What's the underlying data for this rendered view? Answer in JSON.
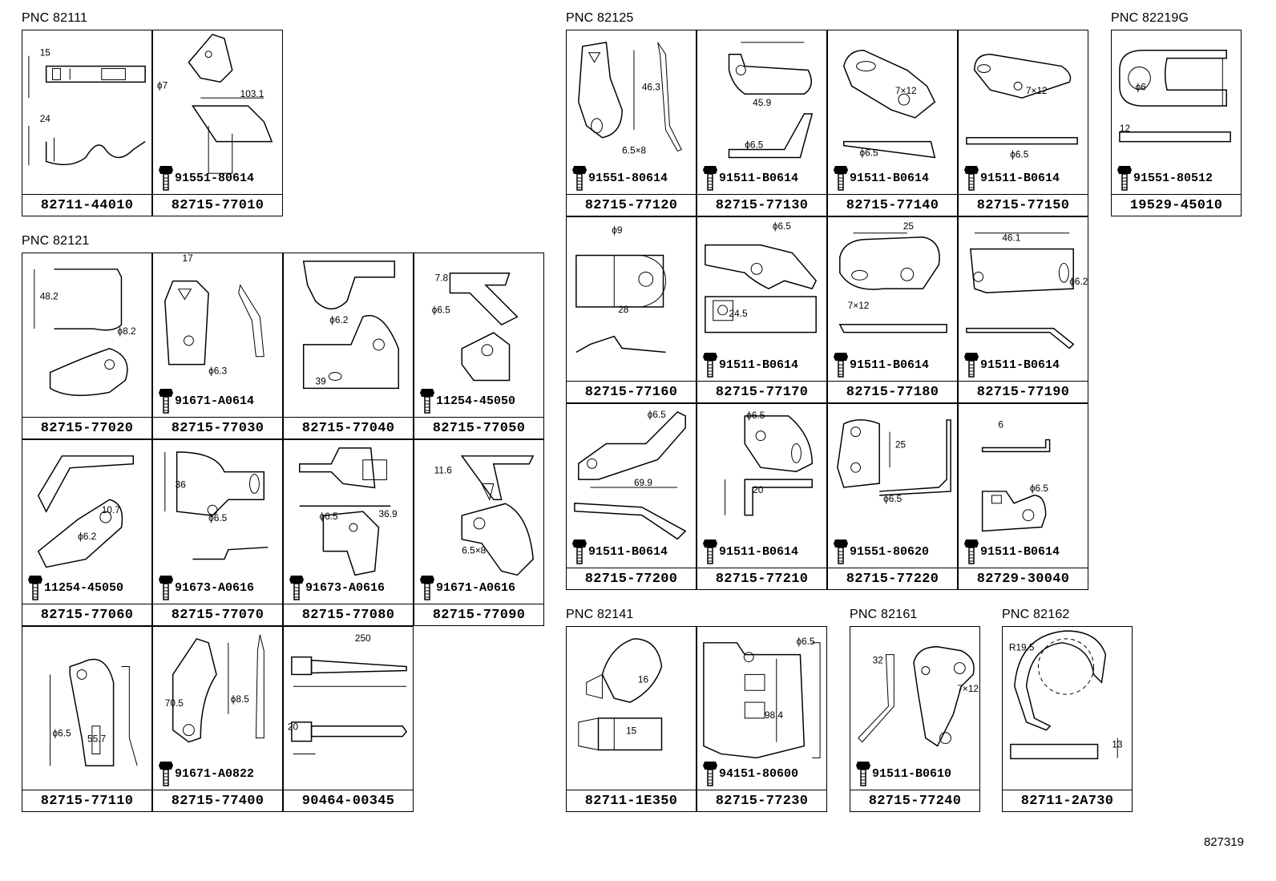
{
  "groups": [
    {
      "pnc": "PNC 82111",
      "cells": [
        {
          "part": "82711-44010",
          "bolt": "",
          "dims": [
            "15",
            "24"
          ]
        },
        {
          "part": "82715-77010",
          "bolt": "91551-80614",
          "dims": [
            "ϕ7",
            "103.1"
          ]
        }
      ]
    },
    {
      "pnc": "PNC 82121",
      "cells": [
        {
          "part": "82715-77020",
          "bolt": "",
          "dims": [
            "48.2",
            "ϕ8.2"
          ]
        },
        {
          "part": "82715-77030",
          "bolt": "91671-A0614",
          "dims": [
            "17",
            "ϕ6.3"
          ]
        },
        {
          "part": "82715-77040",
          "bolt": "",
          "dims": [
            "ϕ6.2",
            "39"
          ]
        },
        {
          "part": "82715-77050",
          "bolt": "11254-45050",
          "dims": [
            "7.8",
            "ϕ6.5"
          ]
        },
        {
          "part": "82715-77060",
          "bolt": "11254-45050",
          "dims": [
            "10.7",
            "ϕ6.2"
          ]
        },
        {
          "part": "82715-77070",
          "bolt": "91673-A0616",
          "dims": [
            "36",
            "ϕ6.5"
          ]
        },
        {
          "part": "82715-77080",
          "bolt": "91673-A0616",
          "dims": [
            "ϕ6.5",
            "36.9"
          ]
        },
        {
          "part": "82715-77090",
          "bolt": "91671-A0616",
          "dims": [
            "11.6",
            "6.5×8"
          ]
        },
        {
          "part": "82715-77110",
          "bolt": "",
          "dims": [
            "ϕ6.5",
            "55.7"
          ]
        },
        {
          "part": "82715-77400",
          "bolt": "91671-A0822",
          "dims": [
            "70.5",
            "ϕ8.5"
          ]
        },
        {
          "part": "90464-00345",
          "bolt": "",
          "dims": [
            "250",
            "20"
          ]
        }
      ]
    },
    {
      "pnc": "PNC 82125",
      "cells": [
        {
          "part": "82715-77120",
          "bolt": "91551-80614",
          "dims": [
            "46.3",
            "6.5×8"
          ]
        },
        {
          "part": "82715-77130",
          "bolt": "91511-B0614",
          "dims": [
            "45.9",
            "ϕ6.5"
          ]
        },
        {
          "part": "82715-77140",
          "bolt": "91511-B0614",
          "dims": [
            "7×12",
            "ϕ6.5"
          ]
        },
        {
          "part": "82715-77150",
          "bolt": "91511-B0614",
          "dims": [
            "7×12",
            "ϕ6.5"
          ]
        },
        {
          "part": "82715-77160",
          "bolt": "",
          "dims": [
            "ϕ9",
            "28"
          ]
        },
        {
          "part": "82715-77170",
          "bolt": "91511-B0614",
          "dims": [
            "ϕ6.5",
            "24.5"
          ]
        },
        {
          "part": "82715-77180",
          "bolt": "91511-B0614",
          "dims": [
            "25",
            "7×12"
          ]
        },
        {
          "part": "82715-77190",
          "bolt": "91511-B0614",
          "dims": [
            "46.1",
            "ϕ6.2"
          ]
        },
        {
          "part": "82715-77200",
          "bolt": "91511-B0614",
          "dims": [
            "ϕ6.5",
            "69.9"
          ]
        },
        {
          "part": "82715-77210",
          "bolt": "91511-B0614",
          "dims": [
            "ϕ6.5",
            "20"
          ]
        },
        {
          "part": "82715-77220",
          "bolt": "91551-80620",
          "dims": [
            "25",
            "ϕ6.5"
          ]
        },
        {
          "part": "82729-30040",
          "bolt": "91511-B0614",
          "dims": [
            "6",
            "ϕ6.5"
          ]
        }
      ]
    },
    {
      "pnc": "PNC 82219G",
      "cells": [
        {
          "part": "19529-45010",
          "bolt": "91551-80512",
          "dims": [
            "ϕ6",
            "12"
          ]
        }
      ]
    },
    {
      "pnc": "PNC 82141",
      "cells": [
        {
          "part": "82711-1E350",
          "bolt": "",
          "dims": [
            "16",
            "15"
          ]
        },
        {
          "part": "82715-77230",
          "bolt": "94151-80600",
          "dims": [
            "ϕ6.5",
            "98.4"
          ]
        }
      ]
    },
    {
      "pnc": "PNC 82161",
      "cells": [
        {
          "part": "82715-77240",
          "bolt": "91511-B0610",
          "dims": [
            "32",
            "7×12"
          ]
        }
      ]
    },
    {
      "pnc": "PNC 82162",
      "cells": [
        {
          "part": "82711-2A730",
          "bolt": "",
          "dims": [
            "R19.5",
            "13"
          ]
        }
      ]
    }
  ],
  "ref": "827319"
}
